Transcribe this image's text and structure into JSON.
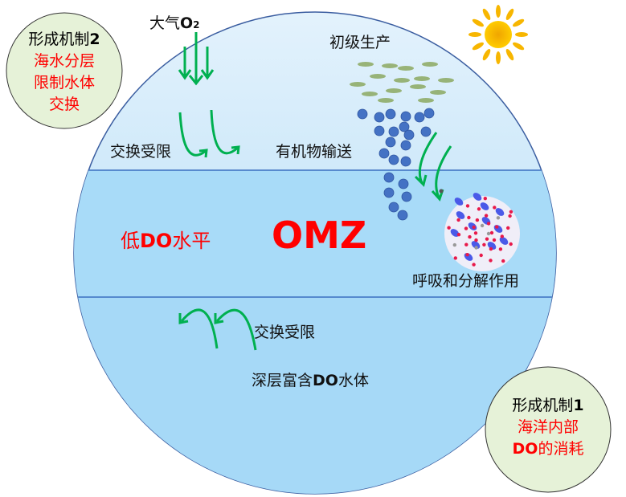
{
  "atmosphere": {
    "label": "大气",
    "o2": "O",
    "sub": "2"
  },
  "primary_production": "初级生产",
  "organic_transport": "有机物输送",
  "exchange_limited_top": "交换受限",
  "exchange_limited_bottom": "交换受限",
  "low_do": {
    "pre": "低",
    "do": "DO",
    "post": "水平"
  },
  "omz": "OMZ",
  "respiration": "呼吸和分解作用",
  "deep_water": {
    "pre": "深层富含",
    "do": "DO",
    "post": "水体"
  },
  "mechanism2": {
    "title": "形成机制",
    "num": "2",
    "line1": "海水分层",
    "line2": "限制水体",
    "line3": "交换"
  },
  "mechanism1": {
    "title": "形成机制",
    "num": "1",
    "line1": "海洋内部",
    "line2": "DO",
    "line3": "的消耗"
  },
  "colors": {
    "arrow": "#00b050",
    "particle": "#4472c4",
    "omz": "#ff0000",
    "sun": "#f5b700"
  }
}
